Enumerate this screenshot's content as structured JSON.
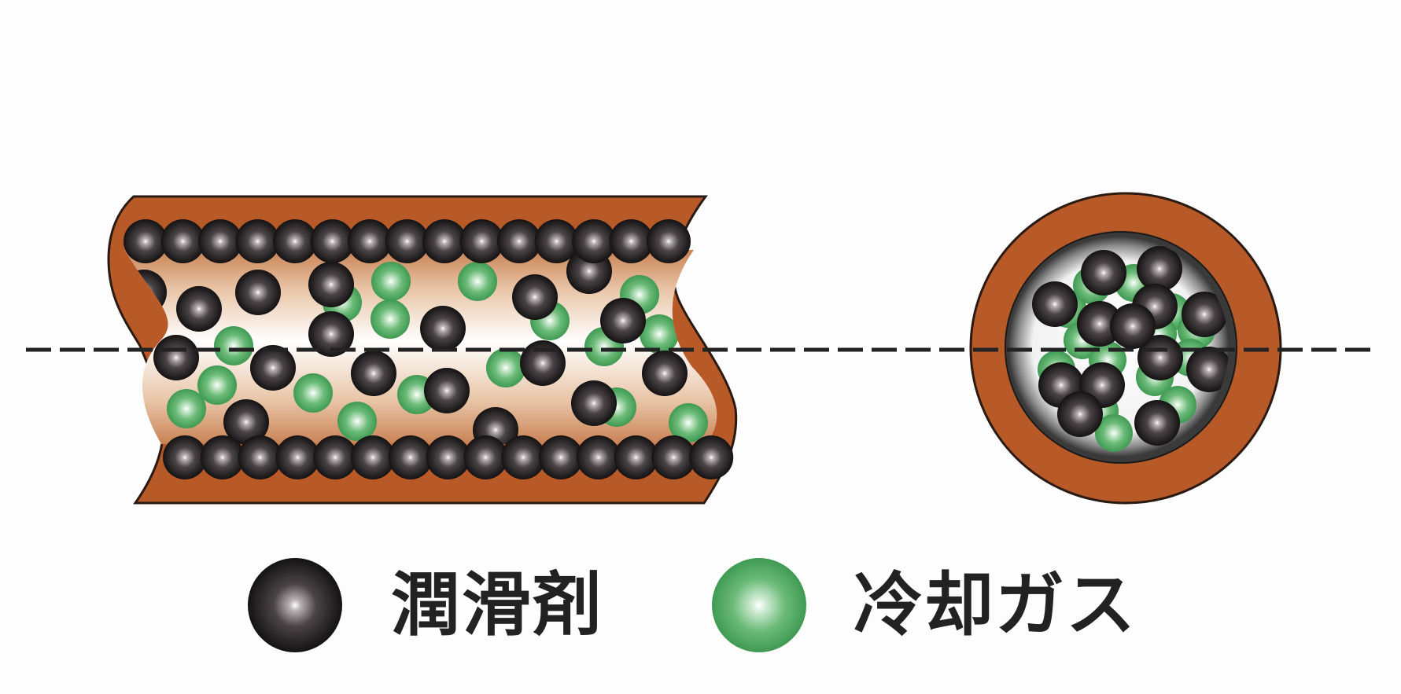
{
  "legend": [
    {
      "label": "潤滑剤",
      "kind": "lubricant"
    },
    {
      "label": "冷却ガス",
      "kind": "coolant-gas"
    }
  ],
  "colors": {
    "tube_wall": "#b85a28",
    "lubricant_particle": "#1c1a1b",
    "coolant_gas_particle": "#4fa860",
    "centerline": "#222222",
    "background": "#fdfdfd"
  }
}
